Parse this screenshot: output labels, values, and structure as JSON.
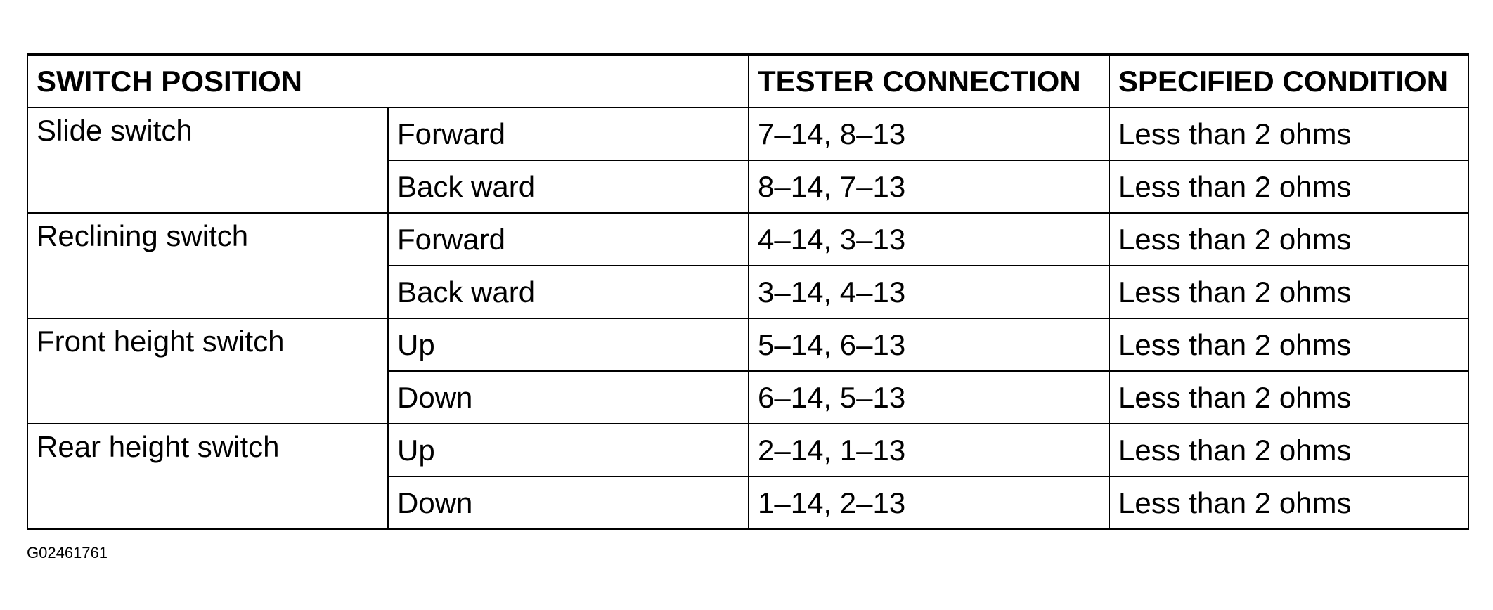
{
  "header": {
    "switch_position": "SWITCH POSITION",
    "tester_connection": "TESTER CONNECTION",
    "specified_condition": "SPECIFIED CONDITION"
  },
  "groups": [
    {
      "switch": "Slide switch",
      "rows": [
        {
          "position": "Forward",
          "connection": "7–14, 8–13",
          "condition": "Less than 2 ohms"
        },
        {
          "position": "Back ward",
          "connection": "8–14, 7–13",
          "condition": "Less than 2 ohms"
        }
      ]
    },
    {
      "switch": "Reclining switch",
      "rows": [
        {
          "position": "Forward",
          "connection": "4–14, 3–13",
          "condition": "Less than 2 ohms"
        },
        {
          "position": "Back ward",
          "connection": "3–14, 4–13",
          "condition": "Less than 2 ohms"
        }
      ]
    },
    {
      "switch": "Front height switch",
      "rows": [
        {
          "position": "Up",
          "connection": "5–14, 6–13",
          "condition": "Less than 2 ohms"
        },
        {
          "position": "Down",
          "connection": "6–14, 5–13",
          "condition": "Less than 2 ohms"
        }
      ]
    },
    {
      "switch": "Rear height switch",
      "rows": [
        {
          "position": "Up",
          "connection": "2–14, 1–13",
          "condition": "Less than 2 ohms"
        },
        {
          "position": "Down",
          "connection": "1–14, 2–13",
          "condition": "Less than 2 ohms"
        }
      ]
    }
  ],
  "figure_id": "G02461761"
}
